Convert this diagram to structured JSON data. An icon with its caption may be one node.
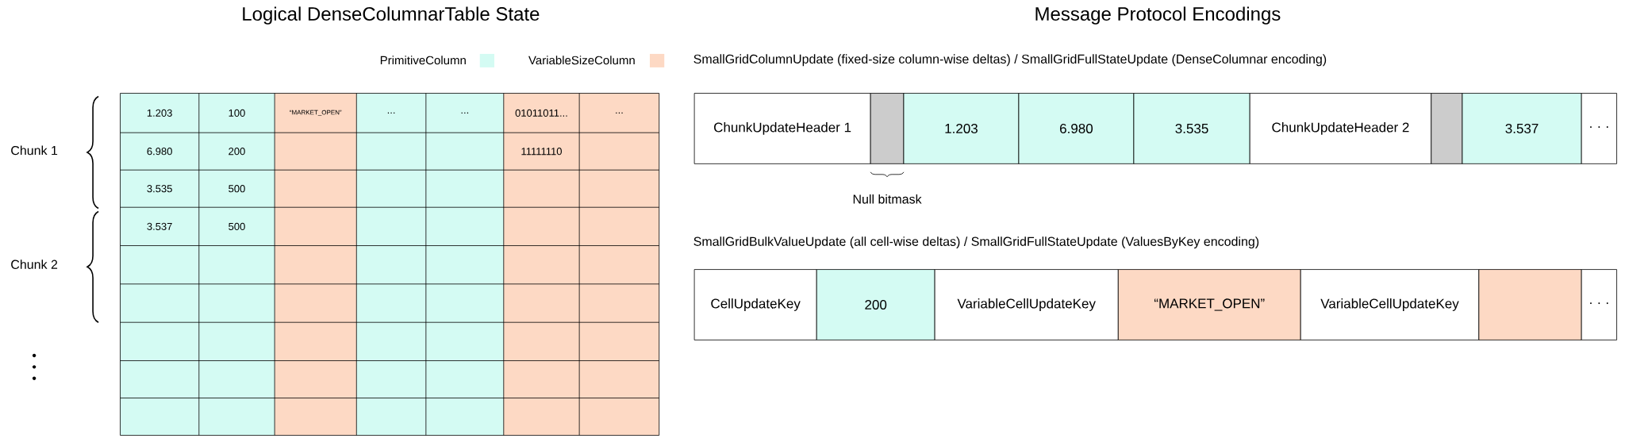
{
  "diagram": {
    "nodes": [
      {
        "text": [
          "ChunkUpdateHeader 1"
        ]
      },
      {
        "text": [],
        "shape": "box",
        "beside": [
          "Null bitmask"
        ]
      },
      {
        "text": [
          "1.203"
        ]
      },
      {
        "text": [
          "6.980"
        ]
      },
      {
        "text": [
          "3.535"
        ]
      },
      {
        "text": [
          "ChunkUpdateHeader 2"
        ]
      },
      {
        "text": [],
        "shape": "box"
      },
      {
        "text": [
          "3.537"
        ]
      },
      {
        "text": [
          "· · ·"
        ]
      },
      {
        "text": [
          "CellUpdateKey"
        ]
      },
      {
        "text": [
          "200"
        ]
      },
      {
        "text": [
          "VariableCellUpdateKey"
        ]
      },
      {
        "text": [
          "“MARKET_OPEN”"
        ]
      },
      {
        "text": [
          "VariableCellUpdateKey"
        ]
      },
      {
        "text": [],
        "shape": "box"
      },
      {
        "text": [
          "· · ·"
        ]
      }
    ],
    "edges": [],
    "labels": [
      "Logical DenseColumnarTable State",
      "Message Protocol Encodings",
      "SmallGridColumnUpdate (fixed-size column-wise deltas)  /  SmallGridFullStateUpdate (DenseColumnar encoding)",
      "SmallGridBulkValueUpdate (all cell-wise deltas)   /  SmallGridFullStateUpdate (ValuesByKey encoding)",
      "Chunk 1",
      "Chunk 2",
      "1.203",
      "100",
      "“MARKET_OPEN”",
      "...",
      "...",
      "01011011...",
      "...",
      "6.980",
      "200",
      "11111110",
      "3.535",
      "500",
      "3.537",
      "500"
    ],
    "legend": [
      {
        "text": "PrimitiveColumn",
        "color": "#d4fbf3"
      },
      {
        "text": "VariableSizeColumn",
        "color": "#fdd9c4"
      }
    ]
  }
}
